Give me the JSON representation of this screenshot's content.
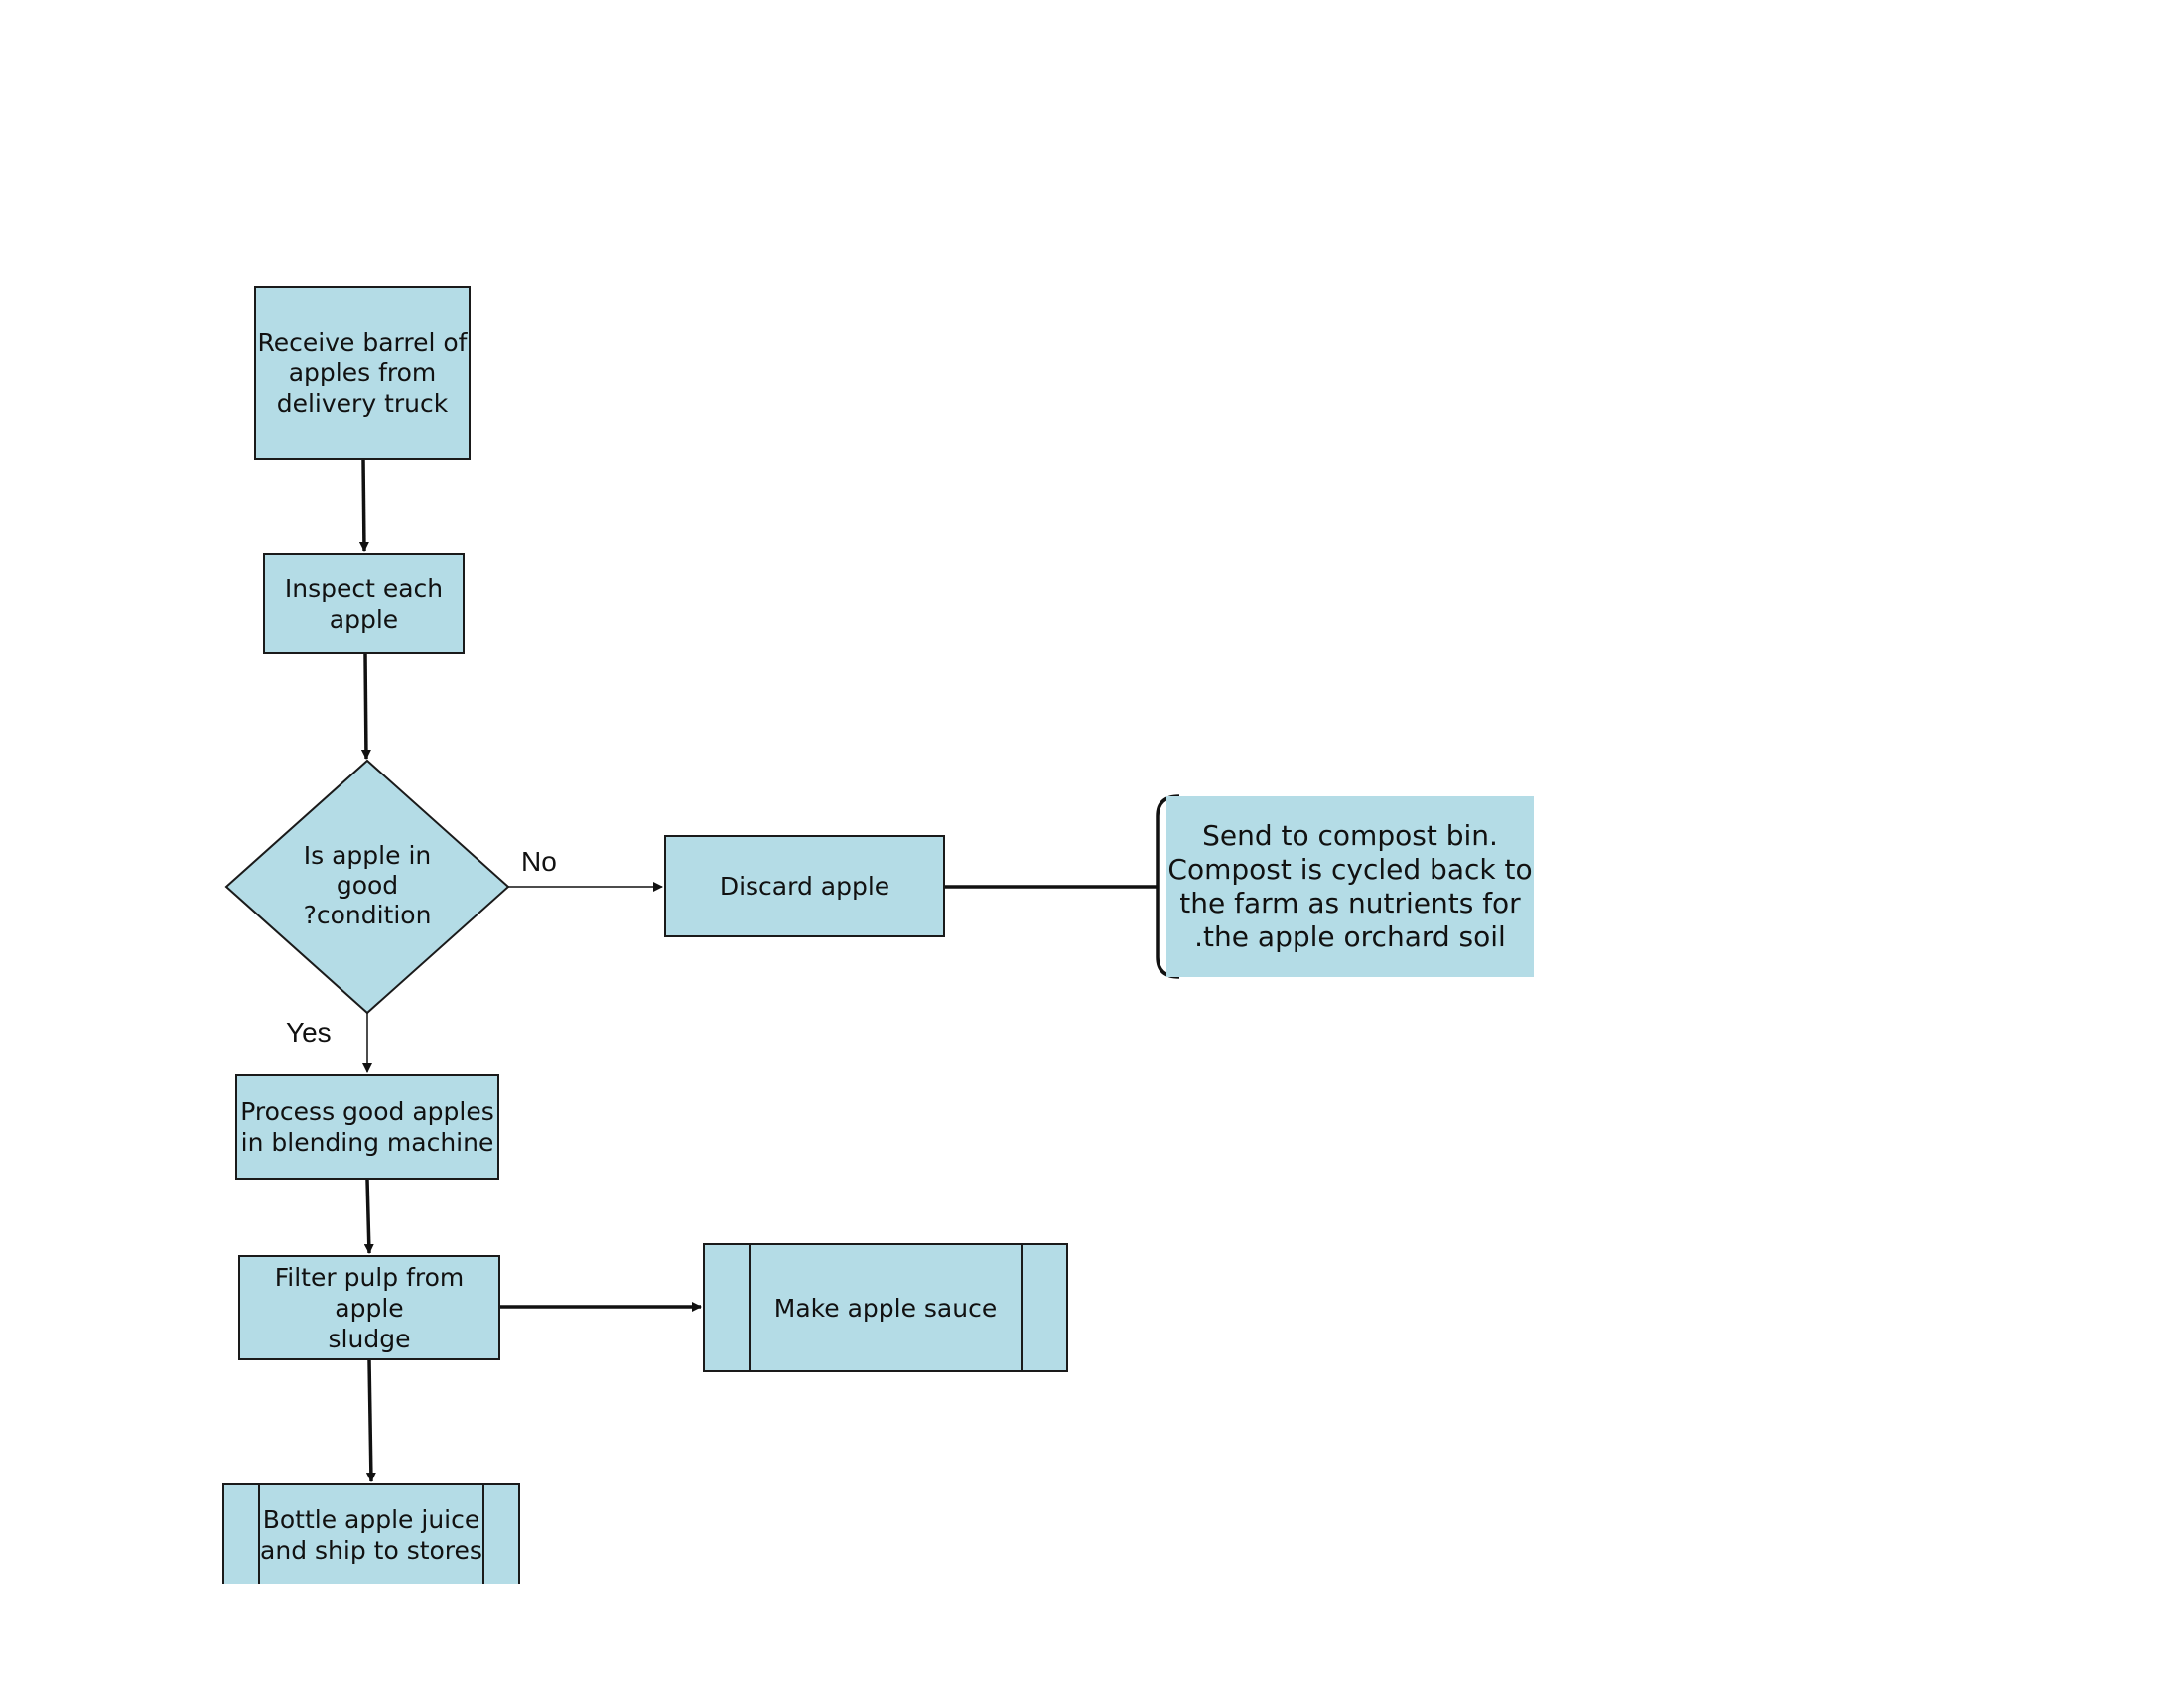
{
  "nodes": {
    "receive": "Receive barrel of\napples from\ndelivery truck",
    "inspect": "Inspect each\napple",
    "decision": "Is apple in\ngood\n?condition",
    "discard": "Discard apple",
    "compost": "Send to compost bin.\nCompost is cycled back to\nthe farm as nutrients for\n.the apple orchard soil",
    "process": "Process good apples\nin blending machine",
    "filter": "Filter pulp from apple\nsludge",
    "sauce": "Make apple sauce",
    "bottle": "Bottle apple juice\nand ship to stores"
  },
  "edges": {
    "no_label": "No",
    "yes_label": "Yes"
  },
  "colors": {
    "fill": "#b4dce6",
    "stroke": "#1a1a1a"
  }
}
